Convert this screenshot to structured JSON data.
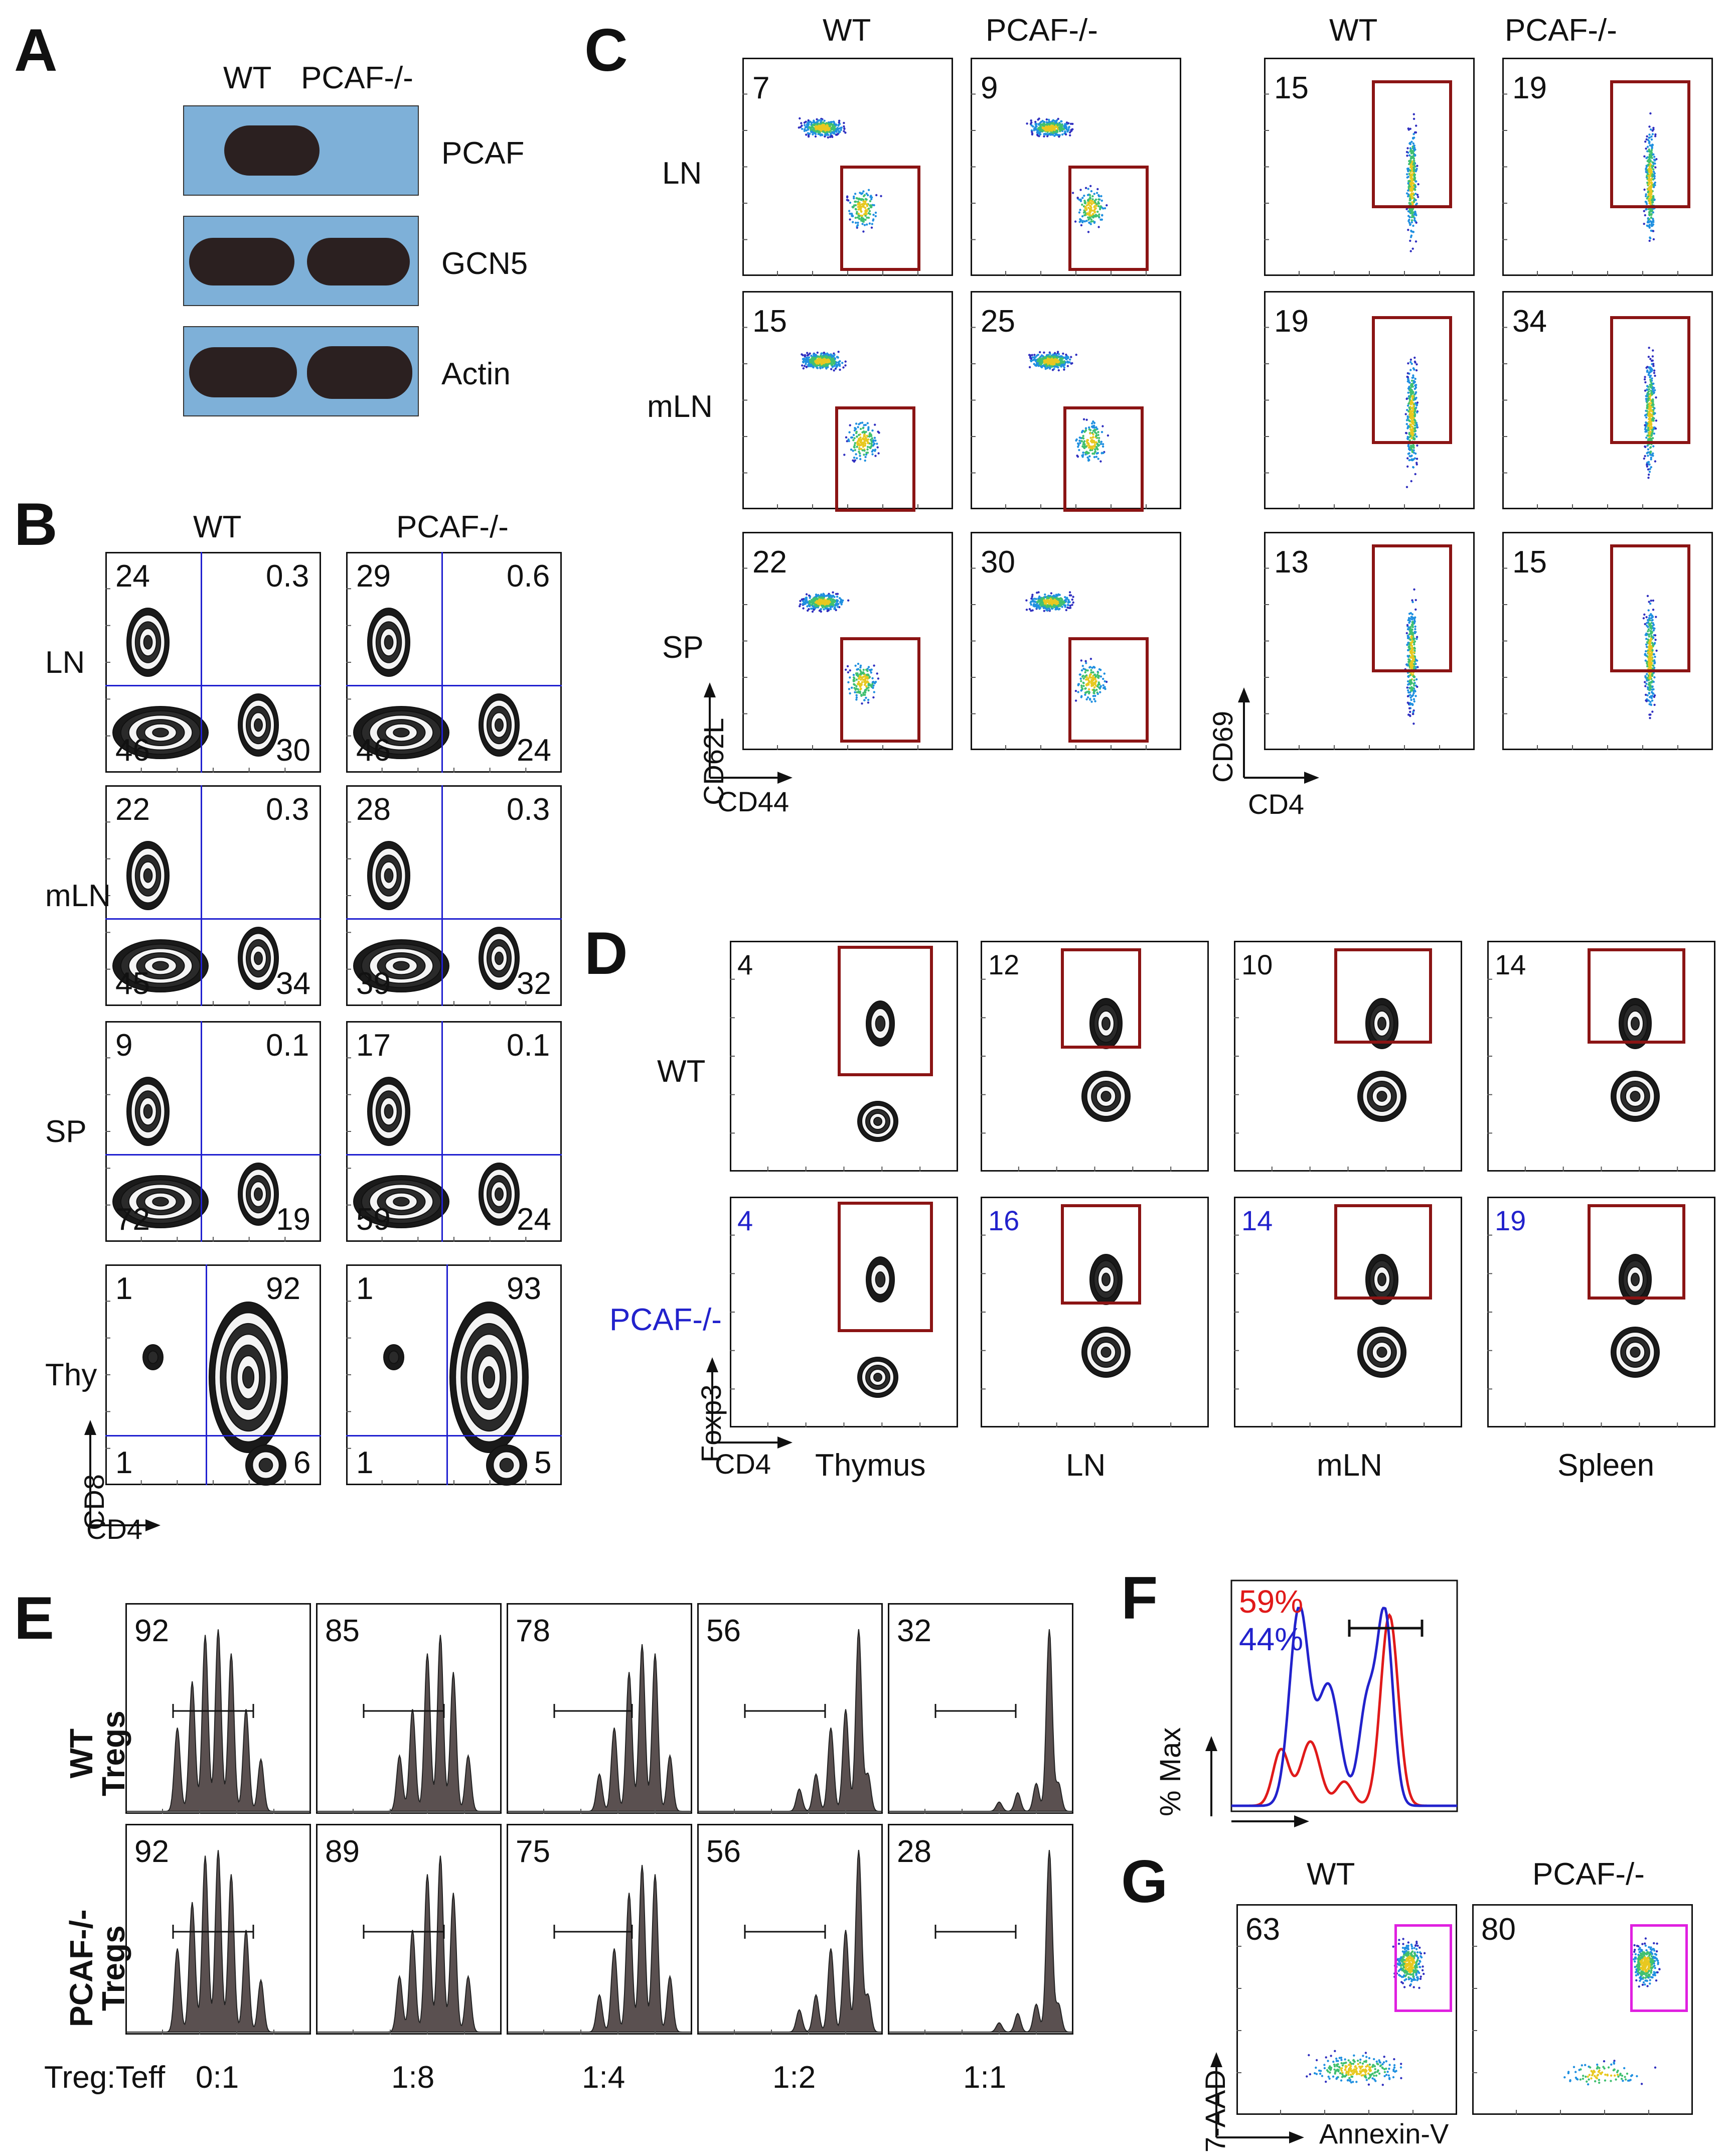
{
  "panels": [
    "A",
    "B",
    "C",
    "D",
    "E",
    "F",
    "G"
  ],
  "groups": {
    "wt": "WT",
    "ko": "PCAF-/-"
  },
  "A": {
    "proteins": [
      "PCAF",
      "GCN5",
      "Actin"
    ]
  },
  "B": {
    "rows": [
      {
        "label": "LN",
        "wt": [
          "24",
          "0.3",
          "46",
          "30"
        ],
        "ko": [
          "29",
          "0.6",
          "46",
          "24"
        ]
      },
      {
        "label": "mLN",
        "wt": [
          "22",
          "0.3",
          "45",
          "34"
        ],
        "ko": [
          "28",
          "0.3",
          "39",
          "32"
        ]
      },
      {
        "label": "SP",
        "wt": [
          "9",
          "0.1",
          "72",
          "19"
        ],
        "ko": [
          "17",
          "0.1",
          "59",
          "24"
        ]
      },
      {
        "label": "Thy",
        "wt": [
          "1",
          "92",
          "1",
          "6"
        ],
        "ko": [
          "1",
          "93",
          "1",
          "5"
        ]
      }
    ],
    "xaxis": "CD4",
    "yaxis": "CD8"
  },
  "C": {
    "rows": [
      {
        "label": "LN",
        "cd62": [
          "7",
          "9"
        ],
        "cd69": [
          "15",
          "19"
        ]
      },
      {
        "label": "mLN",
        "cd62": [
          "15",
          "25"
        ],
        "cd69": [
          "19",
          "34"
        ]
      },
      {
        "label": "SP",
        "cd62": [
          "22",
          "30"
        ],
        "cd69": [
          "13",
          "15"
        ]
      }
    ],
    "xaxis1": "CD44",
    "yaxis1": "CD62L",
    "xaxis2": "CD4",
    "yaxis2": "CD69"
  },
  "D": {
    "tissues": [
      "Thymus",
      "LN",
      "mLN",
      "Spleen"
    ],
    "wt": [
      "4",
      "12",
      "10",
      "14"
    ],
    "ko": [
      "4",
      "16",
      "14",
      "19"
    ],
    "xaxis": "CD4",
    "yaxis": "Foxp3"
  },
  "E": {
    "row_wt": "WT\nTregs",
    "row_ko": "PCAF-/-\nTregs",
    "wt_line1": "WT",
    "wt_line2": "Tregs",
    "ko_line1": "PCAF-/-",
    "ko_line2": "Tregs",
    "ratio_label": "Treg:Teff",
    "ratios": [
      "0:1",
      "1:8",
      "1:4",
      "1:2",
      "1:1"
    ],
    "wt": [
      "92",
      "85",
      "78",
      "56",
      "32"
    ],
    "ko": [
      "92",
      "89",
      "75",
      "56",
      "28"
    ]
  },
  "F": {
    "wt_pct": "59%",
    "ko_pct": "44%",
    "yaxis": "% Max",
    "colors": {
      "wt": "#e01a1a",
      "ko": "#2222cc"
    }
  },
  "G": {
    "wt": "63",
    "ko": "80",
    "xaxis": "Annexin-V",
    "yaxis": "7-AAD",
    "gate_color": "#e020e0"
  }
}
